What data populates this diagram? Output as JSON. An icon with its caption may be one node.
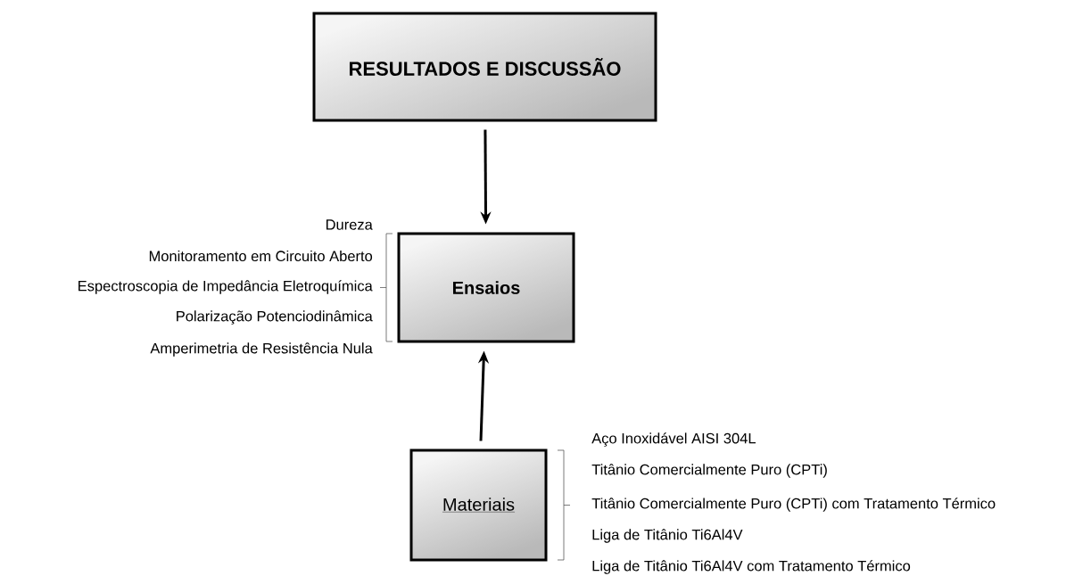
{
  "diagram": {
    "nodes": [
      {
        "text": [
          "RESULTADOS E DISCUSSÃO"
        ]
      },
      {
        "text": [
          "Ensaios"
        ],
        "beside": [
          "Dureza",
          "Monitoramento em Circuito Aberto",
          "Espectroscopia de Impedância Eletroquímica",
          "Polarização Potenciodinâmica",
          "Amperimetria de Resistência Nula"
        ]
      },
      {
        "text": [
          "Materiais"
        ],
        "beside": [
          "Aço Inoxidável AISI 304L",
          "Titânio Comercialmente Puro (CPTi)",
          "Titânio Comercialmente Puro (CPTi) com Tratamento Térmico",
          "Liga de Titânio Ti6Al4V",
          "Liga de Titânio Ti6Al4V com Tratamento Térmico"
        ]
      }
    ],
    "edges": [
      {
        "from": 0,
        "to": 1,
        "arrow": "to"
      },
      {
        "from": 2,
        "to": 1,
        "arrow": "to"
      }
    ]
  }
}
